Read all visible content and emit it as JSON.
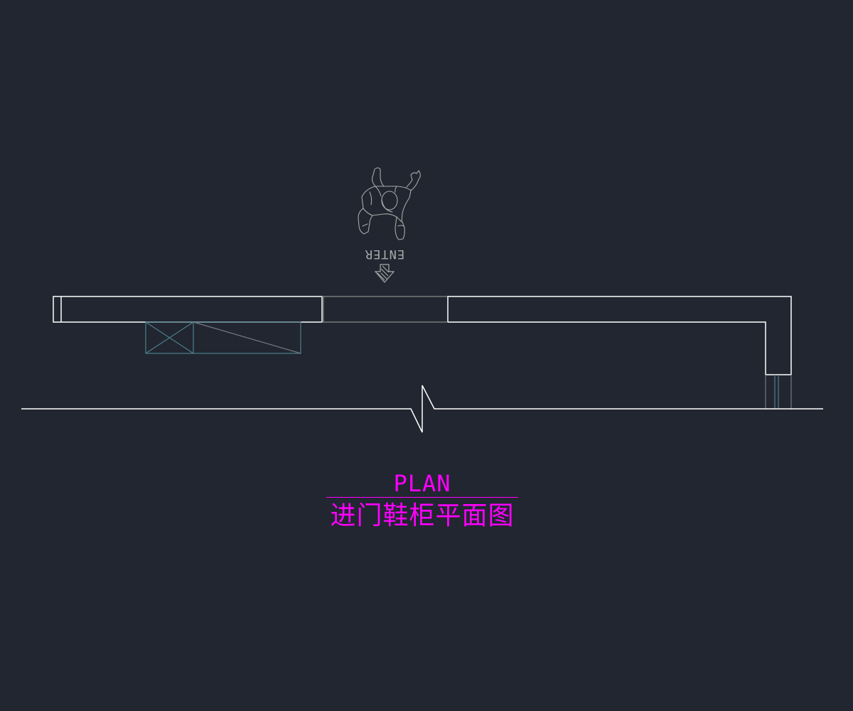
{
  "drawing": {
    "entry_label": "ENTER",
    "title_en": "PLAN",
    "title_cn": "进门鞋柜平面图"
  },
  "colors": {
    "background": "#212630",
    "wall": "#ffffff",
    "cabinet": "#4d7f8c",
    "figure": "#a8a8a8",
    "door": "#8a8a8a",
    "title": "#ff00ff"
  }
}
